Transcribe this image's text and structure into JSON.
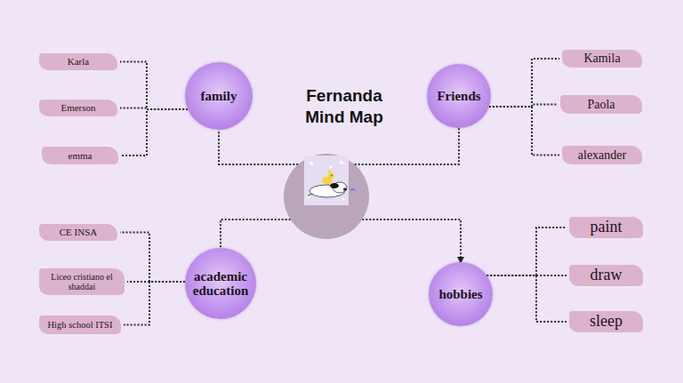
{
  "diagram": {
    "nodes": [
      {
        "text": [
          "Fernanda Mind Map"
        ]
      },
      {
        "text": [
          "family"
        ]
      },
      {
        "text": [
          "Friends"
        ]
      },
      {
        "text": [
          "academic education"
        ]
      },
      {
        "text": [
          "hobbies"
        ]
      },
      {
        "text": [
          "Karla"
        ]
      },
      {
        "text": [
          "Emerson"
        ]
      },
      {
        "text": [
          "emma"
        ]
      },
      {
        "text": [
          "Kamila"
        ]
      },
      {
        "text": [
          "Paola"
        ]
      },
      {
        "text": [
          "alexander"
        ]
      },
      {
        "text": [
          "CE INSA"
        ]
      },
      {
        "text": [
          "Liceo cristiano el shaddai"
        ]
      },
      {
        "text": [
          "High school ITSI"
        ]
      },
      {
        "text": [
          "paint"
        ]
      },
      {
        "text": [
          "draw"
        ]
      },
      {
        "text": [
          "sleep"
        ]
      }
    ],
    "edges": [
      {
        "from": 0,
        "to": 1,
        "arrow": "none"
      },
      {
        "from": 0,
        "to": 2,
        "arrow": "none"
      },
      {
        "from": 0,
        "to": 3,
        "arrow": "none"
      },
      {
        "from": 0,
        "to": 4,
        "arrow": "to"
      },
      {
        "from": 1,
        "to": 5,
        "arrow": "none"
      },
      {
        "from": 1,
        "to": 6,
        "arrow": "none"
      },
      {
        "from": 1,
        "to": 7,
        "arrow": "none"
      },
      {
        "from": 2,
        "to": 8,
        "arrow": "none"
      },
      {
        "from": 2,
        "to": 9,
        "arrow": "none"
      },
      {
        "from": 2,
        "to": 10,
        "arrow": "none"
      },
      {
        "from": 3,
        "to": 11,
        "arrow": "none"
      },
      {
        "from": 3,
        "to": 12,
        "arrow": "none"
      },
      {
        "from": 3,
        "to": 13,
        "arrow": "none"
      },
      {
        "from": 4,
        "to": 14,
        "arrow": "none"
      },
      {
        "from": 4,
        "to": 15,
        "arrow": "none"
      },
      {
        "from": 4,
        "to": 16,
        "arrow": "none"
      }
    ]
  }
}
